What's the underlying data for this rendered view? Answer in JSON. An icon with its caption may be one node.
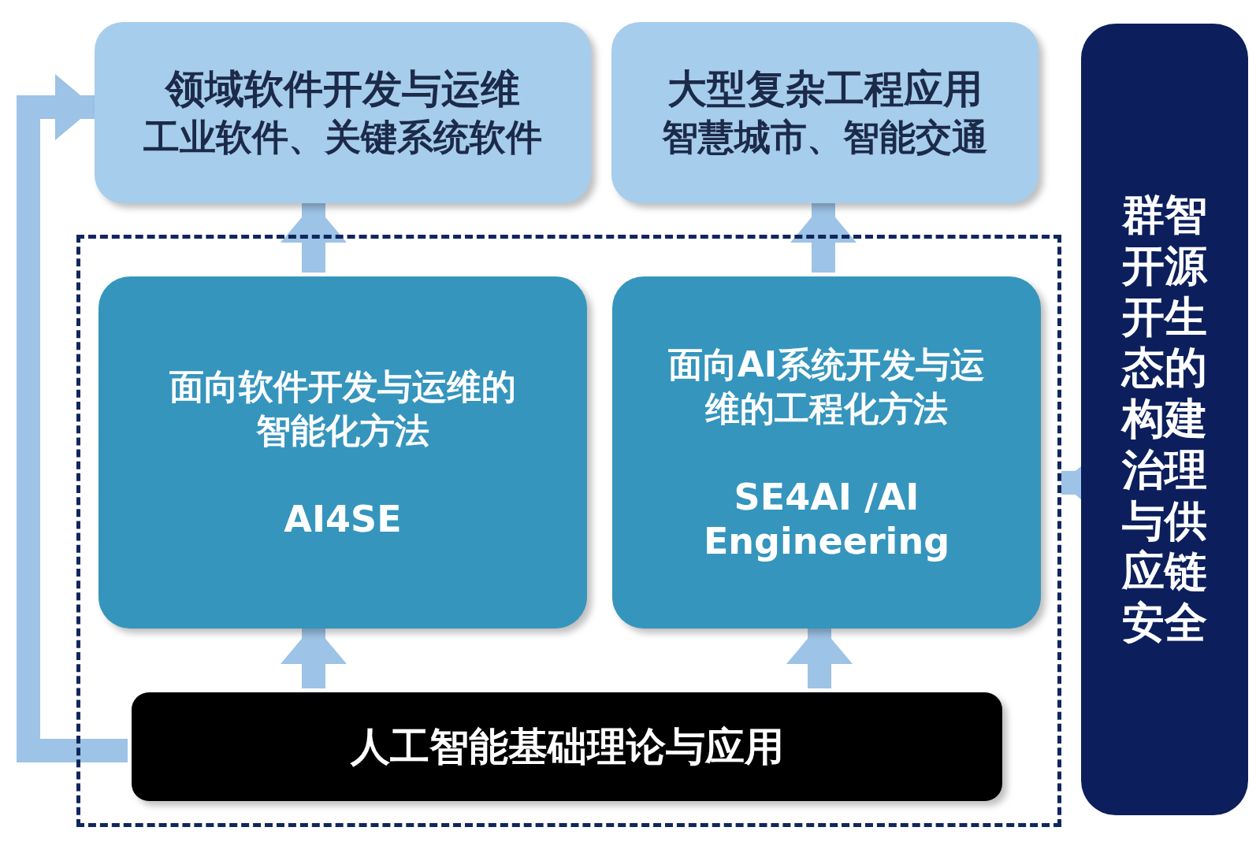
{
  "diagram": {
    "nodes": [
      {
        "text": [
          "领域软件开发与运维",
          "工业软件、关键系统软件"
        ]
      },
      {
        "text": [
          "大型复杂工程应用",
          "智慧城市、智能交通"
        ]
      },
      {
        "text": [],
        "shape": "box"
      },
      {
        "text": [
          "面向软件开发与运维的智能化方法",
          "AI4SE"
        ],
        "in": 2
      },
      {
        "text": [
          "面向AI系统开发与运维的工程化方法",
          "SE4AI /AI Engineering"
        ],
        "in": 2
      },
      {
        "text": [
          "人工智能基础理论与应用"
        ],
        "in": 2
      },
      {
        "text": [
          "群智开源开生态的构建治理与供应链安全"
        ]
      }
    ],
    "edges": [
      {
        "from": 3,
        "to": 0,
        "arrow": "to"
      },
      {
        "from": 4,
        "to": 1,
        "arrow": "to"
      },
      {
        "from": 5,
        "to": 3,
        "arrow": "to"
      },
      {
        "from": 5,
        "to": 4,
        "arrow": "to"
      },
      {
        "from": 5,
        "to": 0,
        "arrow": "to"
      },
      {
        "from": 6,
        "to": 2,
        "arrow": "to"
      }
    ]
  }
}
